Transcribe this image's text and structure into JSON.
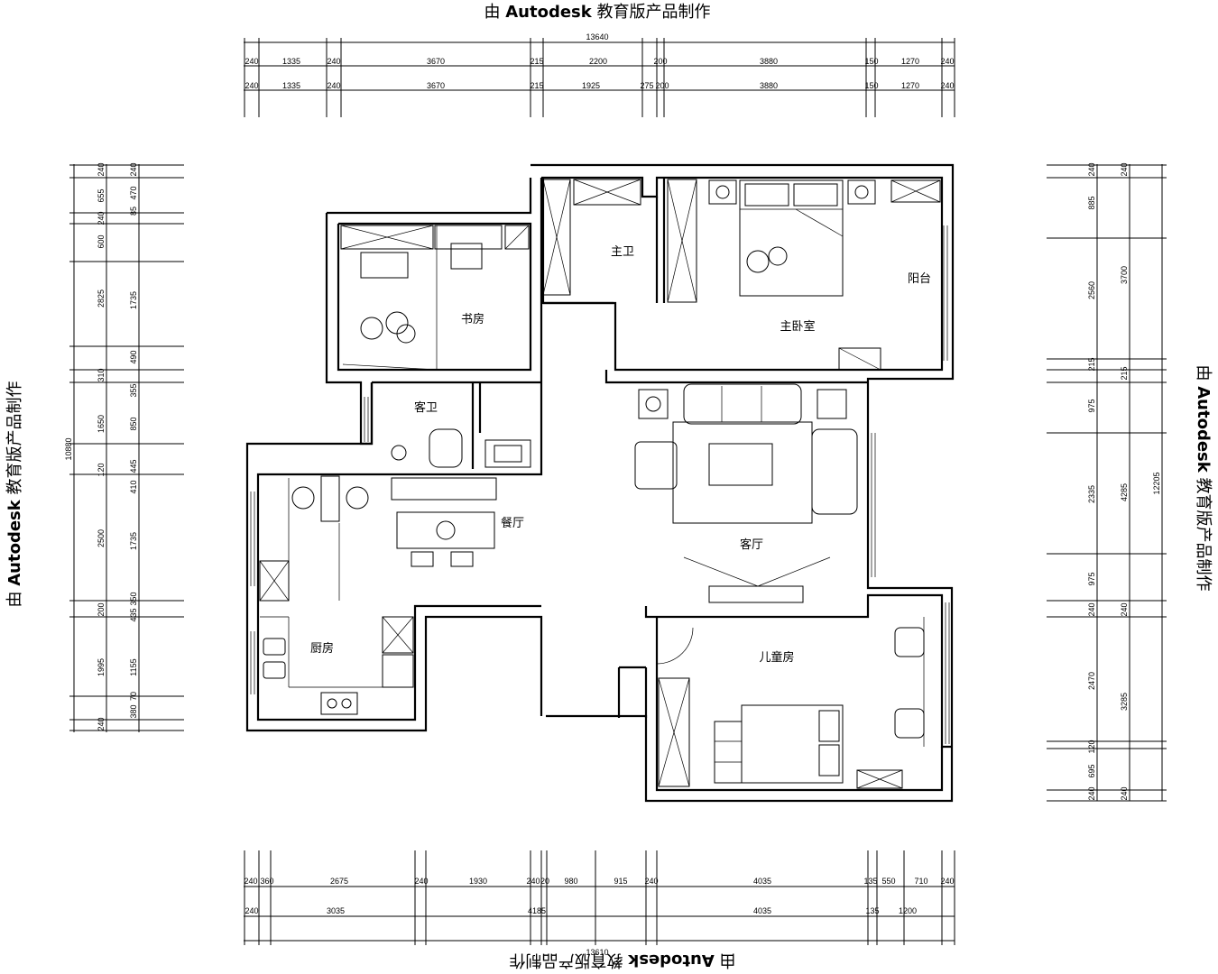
{
  "watermark": {
    "prefix": "由 ",
    "brand": "Autodesk",
    "suffix": " 教育版产品制作"
  },
  "rooms": {
    "master_bath": "主卫",
    "balcony": "阳台",
    "master_bedroom": "主卧室",
    "study": "书房",
    "guest_bath": "客卫",
    "dining": "餐厅",
    "living": "客厅",
    "kitchen": "厨房",
    "kids_room": "儿童房"
  },
  "dimensions": {
    "top_total": "13640",
    "top_row1": [
      "240",
      "1335",
      "240",
      "3670",
      "215",
      "2200",
      "200",
      "3880",
      "150",
      "1270",
      "240"
    ],
    "top_row2": [
      "240",
      "1335",
      "240",
      "3670",
      "215",
      "1925",
      "275",
      "200",
      "3880",
      "150",
      "1270",
      "240"
    ],
    "bottom_row1": [
      "240",
      "360",
      "2675",
      "240",
      "1930",
      "240",
      "20",
      "980",
      "915",
      "240",
      "4035",
      "135",
      "550",
      "710",
      "240"
    ],
    "bottom_row2": [
      "240",
      "3035",
      "4185",
      "4035",
      "135",
      "1200"
    ],
    "bottom_total": "13610",
    "left_total": "10880",
    "left_outer": [
      "240",
      "655",
      "240",
      "600",
      "2825",
      "310",
      "1650",
      "120",
      "2500",
      "200",
      "1995",
      "240"
    ],
    "left_inner": [
      "240",
      "470",
      "85",
      "1735",
      "490",
      "355",
      "850",
      "410",
      "445",
      "1735",
      "350",
      "435",
      "1155",
      "380",
      "70"
    ],
    "right_total": "12205",
    "right_outer": [
      "240",
      "885",
      "2560",
      "215",
      "975",
      "2335",
      "975",
      "240",
      "2470",
      "120",
      "695",
      "240"
    ],
    "right_inner": [
      "240",
      "3700",
      "215",
      "4285",
      "240",
      "3285",
      "240"
    ]
  },
  "colors": {
    "line": "#000000",
    "background": "#ffffff"
  }
}
